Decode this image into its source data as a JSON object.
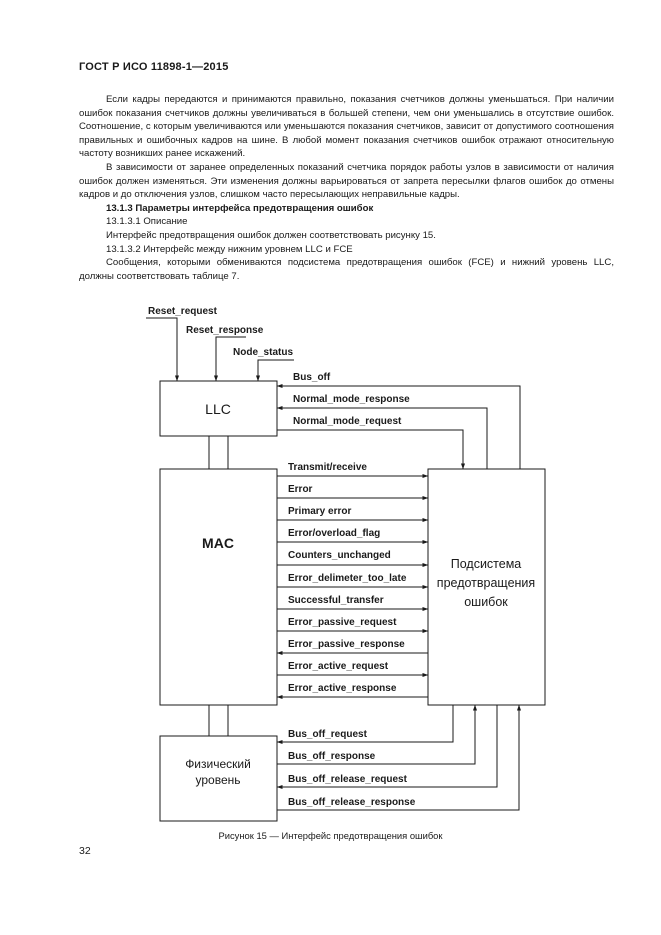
{
  "header": {
    "doc_id": "ГОСТ Р ИСО 11898-1—2015"
  },
  "paragraphs": [
    {
      "text": "Если кадры передаются и принимаются правильно, показания счетчиков должны уменьшаться. При наличии ошибок показания счетчиков должны увеличиваться в большей степени, чем они уменьшались в отсутствие ошибок. Соотношение, с которым увеличиваются или уменьшаются показания счетчиков, зависит от допустимого соотношения правильных и ошибочных кадров на шине. В любой момент показания счетчиков ошибок отражают относительную частоту возникших ранее искажений."
    },
    {
      "text": "В зависимости от заранее определенных показаний счетчика порядок работы узлов в зависимости от наличия ошибок должен изменяться. Эти изменения должны варьироваться от запрета пересылки флагов ошибок до отмены кадров и до отключения узлов, слишком часто пересылающих неправильные кадры."
    }
  ],
  "section": {
    "heading": "13.1.3 Параметры интерфейса предотвращения ошибок",
    "sub1": "13.1.3.1 Описание",
    "sub1_text": "Интерфейс предотвращения ошибок должен соответствовать рисунку 15.",
    "sub2": "13.1.3.2 Интерфейс между нижним уровнем LLC и FCE",
    "sub2_text": "Сообщения, которыми обмениваются подсистема предотвращения ошибок (FCE) и нижний уровень LLC, должны соответствовать таблице 7."
  },
  "diagram": {
    "llc_label": "LLC",
    "mac_label": "MAC",
    "phy_label_line1": "Физический",
    "phy_label_line2": "уровень",
    "fce_label_line1": "Подсистема",
    "fce_label_line2": "предотвращения",
    "fce_label_line3": "ошибок",
    "reset_request": "Reset_request",
    "reset_response": "Reset_response",
    "node_status": "Node_status",
    "bus_off": "Bus_off",
    "normal_mode_response": "Normal_mode_response",
    "normal_mode_request": "Normal_mode_request",
    "mac_signals": [
      "Transmit/receive",
      "Error",
      "Primary error",
      "Error/overload_flag",
      "Counters_unchanged",
      "Error_delimeter_too_late",
      "Successful_transfer",
      "Error_passive_request",
      "Error_passive_response",
      "Error_active_request",
      "Error_active_response"
    ],
    "phy_signals": [
      "Bus_off_request",
      "Bus_off_response",
      "Bus_off_release_request",
      "Bus_off_release_response"
    ]
  },
  "caption": "Рисунок 15 — Интерфейс предотвращения ошибок",
  "page_number": "32"
}
